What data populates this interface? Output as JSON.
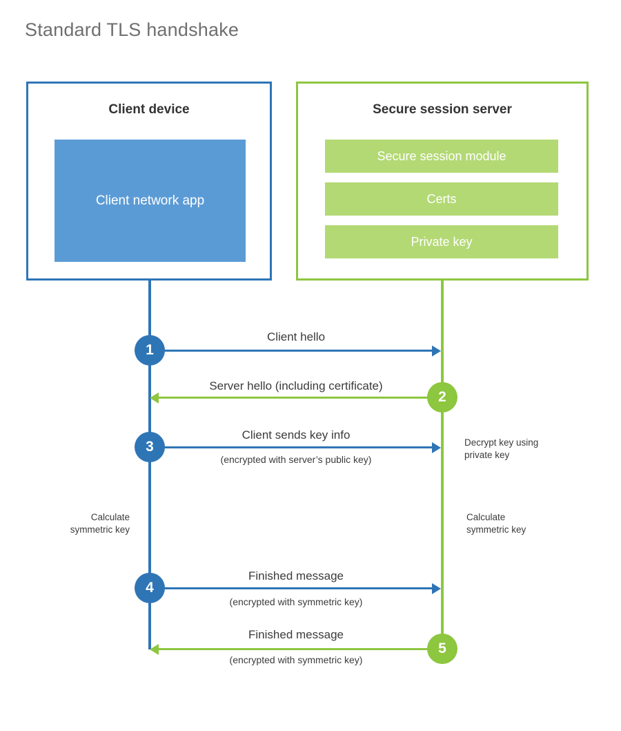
{
  "title": "Standard TLS handshake",
  "colors": {
    "client_border": "#2E75B6",
    "client_fill": "#5B9BD5",
    "server_border": "#8DC63F",
    "server_fill": "#B3D974",
    "title_text": "#6f6f6f",
    "body_text": "#3b3b3b"
  },
  "parties": {
    "client": {
      "title": "Client device",
      "block": "Client network app"
    },
    "server": {
      "title": "Secure session server",
      "blocks": [
        "Secure session module",
        "Certs",
        "Private key"
      ]
    }
  },
  "steps": [
    {
      "number": "1",
      "direction": "client-to-server",
      "label": "Client hello",
      "sublabel": ""
    },
    {
      "number": "2",
      "direction": "server-to-client",
      "label": "Server hello (including certificate)",
      "sublabel": ""
    },
    {
      "number": "3",
      "direction": "client-to-server",
      "label": "Client sends key info",
      "sublabel": "(encrypted with server’s public key)"
    },
    {
      "number": "4",
      "direction": "client-to-server",
      "label": "Finished message",
      "sublabel": "(encrypted with symmetric key)"
    },
    {
      "number": "5",
      "direction": "server-to-client",
      "label": "Finished message",
      "sublabel": "(encrypted with symmetric key)"
    }
  ],
  "annotations": {
    "server_decrypt": "Decrypt key using\nprivate key",
    "server_decrypt_line1": "Decrypt key using",
    "server_decrypt_line2": "private key",
    "client_calc_line1": "Calculate",
    "client_calc_line2": "symmetric key",
    "server_calc_line1": "Calculate",
    "server_calc_line2": "symmetric key"
  }
}
